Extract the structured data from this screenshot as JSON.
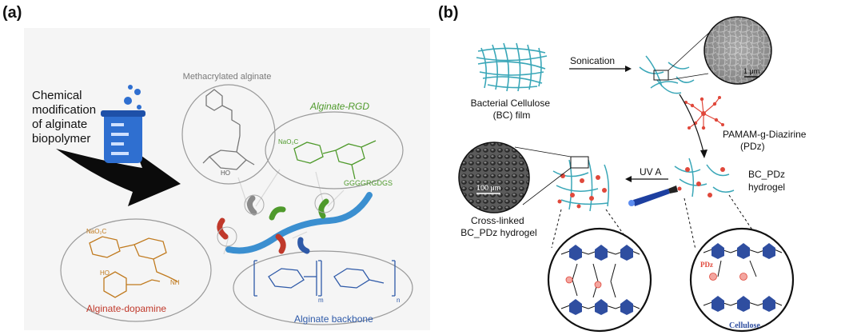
{
  "panel_a": {
    "label": "(a)",
    "intro_lines": [
      "Chemical",
      "modification",
      "of alginate",
      "biopolymer"
    ],
    "methacrylated_alginate": "Methacrylated alginate",
    "rgd_title": "Alginate-RGD",
    "rgd_naO2C": "NaO₂C",
    "rgd_peptide": "GGGGRGDGS",
    "dopamine_title": "Alginate-dopamine",
    "dopamine_naO2C": "NaO₂C",
    "backbone_title": "Alginate backbone",
    "backbone_sub_m": "m",
    "backbone_sub_n": "n",
    "colors": {
      "methacrylated": "#777777",
      "rgd": "#4f9a2c",
      "dopamine": "#c07a1e",
      "dopamine_title": "#c0392b",
      "backbone": "#2f5aa8",
      "chain": "#3b8fd0"
    }
  },
  "panel_b": {
    "label": "(b)",
    "bc_film_lines": [
      "Bacterial Cellulose",
      "(BC) film"
    ],
    "sonication": "Sonication",
    "scale_top": "1 μm",
    "pdz_lines": [
      "PAMAM-g-Diazirine",
      "(PDz)"
    ],
    "uva": "UV A",
    "bc_pdz_lines": [
      "BC_PDz",
      "hydrogel"
    ],
    "scale_left": "100 μm",
    "crosslinked_lines": [
      "Cross-linked",
      "BC_PDz hydrogel"
    ],
    "pdz_tag": "PDz",
    "cellulose": "Cellulose",
    "colors": {
      "fiber": "#3aa7b8",
      "pdz": "#e0483b",
      "hexagon": "#2f4ea0",
      "cellulose_label": "#2f4ea0"
    }
  }
}
